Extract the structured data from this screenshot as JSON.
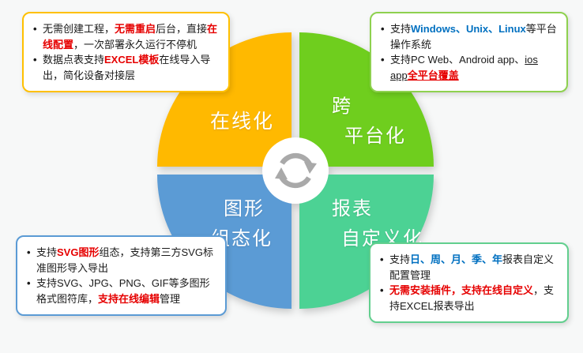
{
  "palette": {
    "red": "#e60000",
    "blue": "#0070c0",
    "text": "#1a1a1a",
    "icon_gray": "#a9a9a9",
    "background": "#f7f8f8",
    "border_online": "#ffc000",
    "border_cross": "#8ed14f",
    "border_graphic": "#5b9bd5",
    "border_report": "#62cf8e"
  },
  "ui": {
    "bullet": "•"
  },
  "quadrants": {
    "online": {
      "color": "#ffb900",
      "lines": [
        "在线化"
      ]
    },
    "cross": {
      "color": "#6fce1e",
      "lines": [
        "跨",
        "平台化"
      ]
    },
    "graphic": {
      "color": "#5b9bd5",
      "lines": [
        "图形",
        "组态化"
      ]
    },
    "report": {
      "color": "#4cd294",
      "lines": [
        "报表",
        "自定义化"
      ]
    }
  },
  "center_icon": "sync-arrows",
  "callouts": {
    "top_left": {
      "bullets": [
        [
          {
            "t": "无需创建工程，"
          },
          {
            "t": "无需重启",
            "c": "#e60000",
            "b": true
          },
          {
            "t": "后台，直接"
          },
          {
            "t": "在线配置",
            "c": "#e60000",
            "b": true
          },
          {
            "t": "，一次部署永久运行不停机"
          }
        ],
        [
          {
            "t": "数据点表支持"
          },
          {
            "t": "EXCEL模板",
            "c": "#e60000",
            "b": true
          },
          {
            "t": "在线导入导出，简化设备对接层"
          }
        ]
      ]
    },
    "top_right": {
      "bullets": [
        [
          {
            "t": "支持"
          },
          {
            "t": "Windows、Unix、Linux",
            "c": "#0070c0",
            "b": true
          },
          {
            "t": "等平台操作系统"
          }
        ],
        [
          {
            "t": "支持PC Web、Android app、"
          },
          {
            "t": "ios app",
            "u": true
          },
          {
            "t": "全平台覆盖",
            "c": "#e60000",
            "b": true,
            "u": true
          }
        ]
      ]
    },
    "bottom_left": {
      "bullets": [
        [
          {
            "t": "支持"
          },
          {
            "t": "SVG图形",
            "c": "#e60000",
            "b": true
          },
          {
            "t": "组态，支持第三方SVG标准图形导入导出"
          }
        ],
        [
          {
            "t": "支持SVG、JPG、PNG、GIF等多图形格式图符库，"
          },
          {
            "t": "支持在线编辑",
            "c": "#e60000",
            "b": true
          },
          {
            "t": "管理"
          }
        ]
      ]
    },
    "bottom_right": {
      "bullets": [
        [
          {
            "t": "支持"
          },
          {
            "t": "日、周、月、季、年",
            "c": "#0070c0",
            "b": true
          },
          {
            "t": "报表自定义配置管理"
          }
        ],
        [
          {
            "t": "无需安装插件，",
            "c": "#e60000",
            "b": true
          },
          {
            "t": "支持在线自定义",
            "c": "#e60000",
            "b": true
          },
          {
            "t": "，支持EXCEL报表导出"
          }
        ]
      ]
    }
  }
}
